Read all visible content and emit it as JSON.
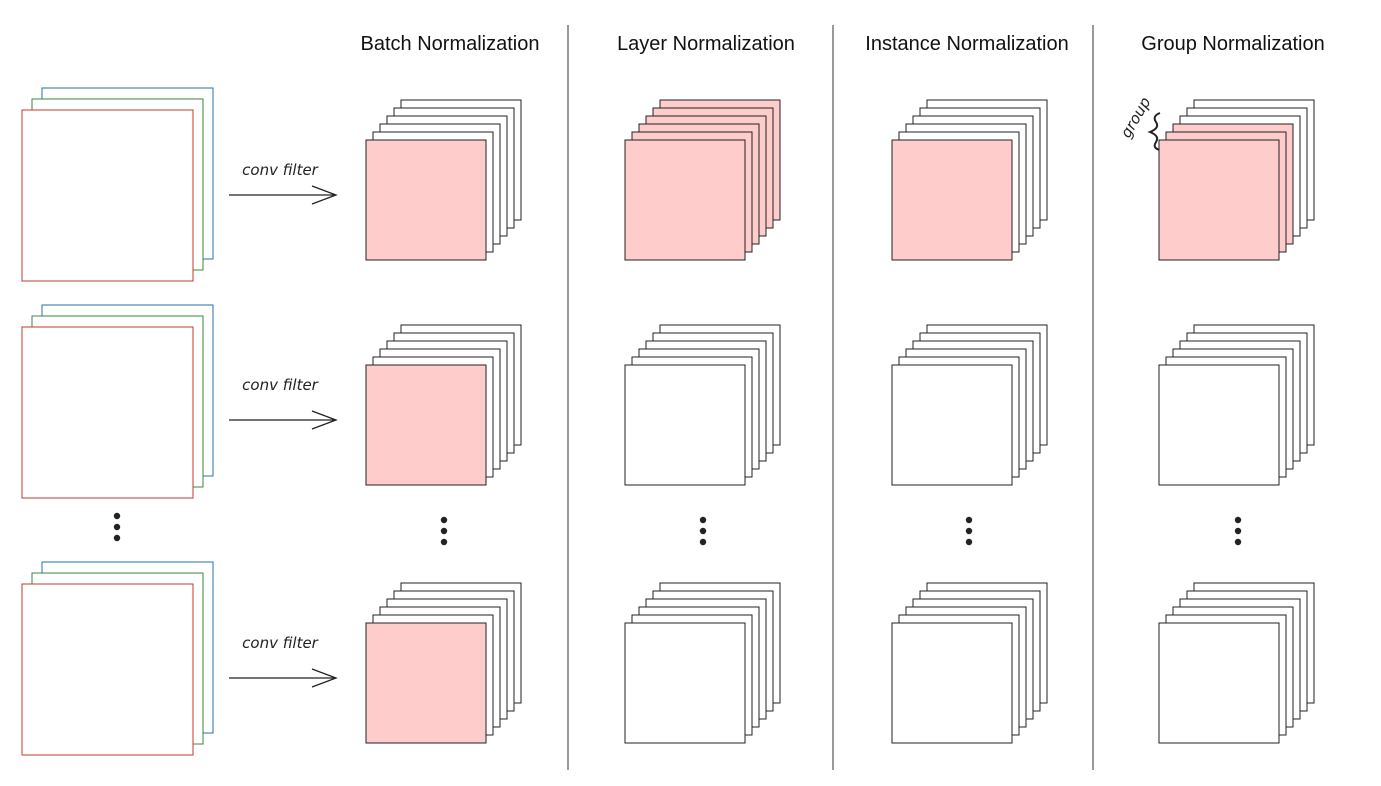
{
  "titles": {
    "batch": "Batch Normalization",
    "layer": "Layer Normalization",
    "instance": "Instance Normalization",
    "group": "Group Normalization"
  },
  "arrows": [
    "conv filter",
    "conv filter",
    "conv filter"
  ],
  "group_annotation": "group",
  "colors": {
    "highlight": "#ffcccc",
    "input_front": "#c0392b",
    "input_middle": "#3a8a3a",
    "input_back": "#2a6fb0",
    "stroke": "#222222"
  }
}
